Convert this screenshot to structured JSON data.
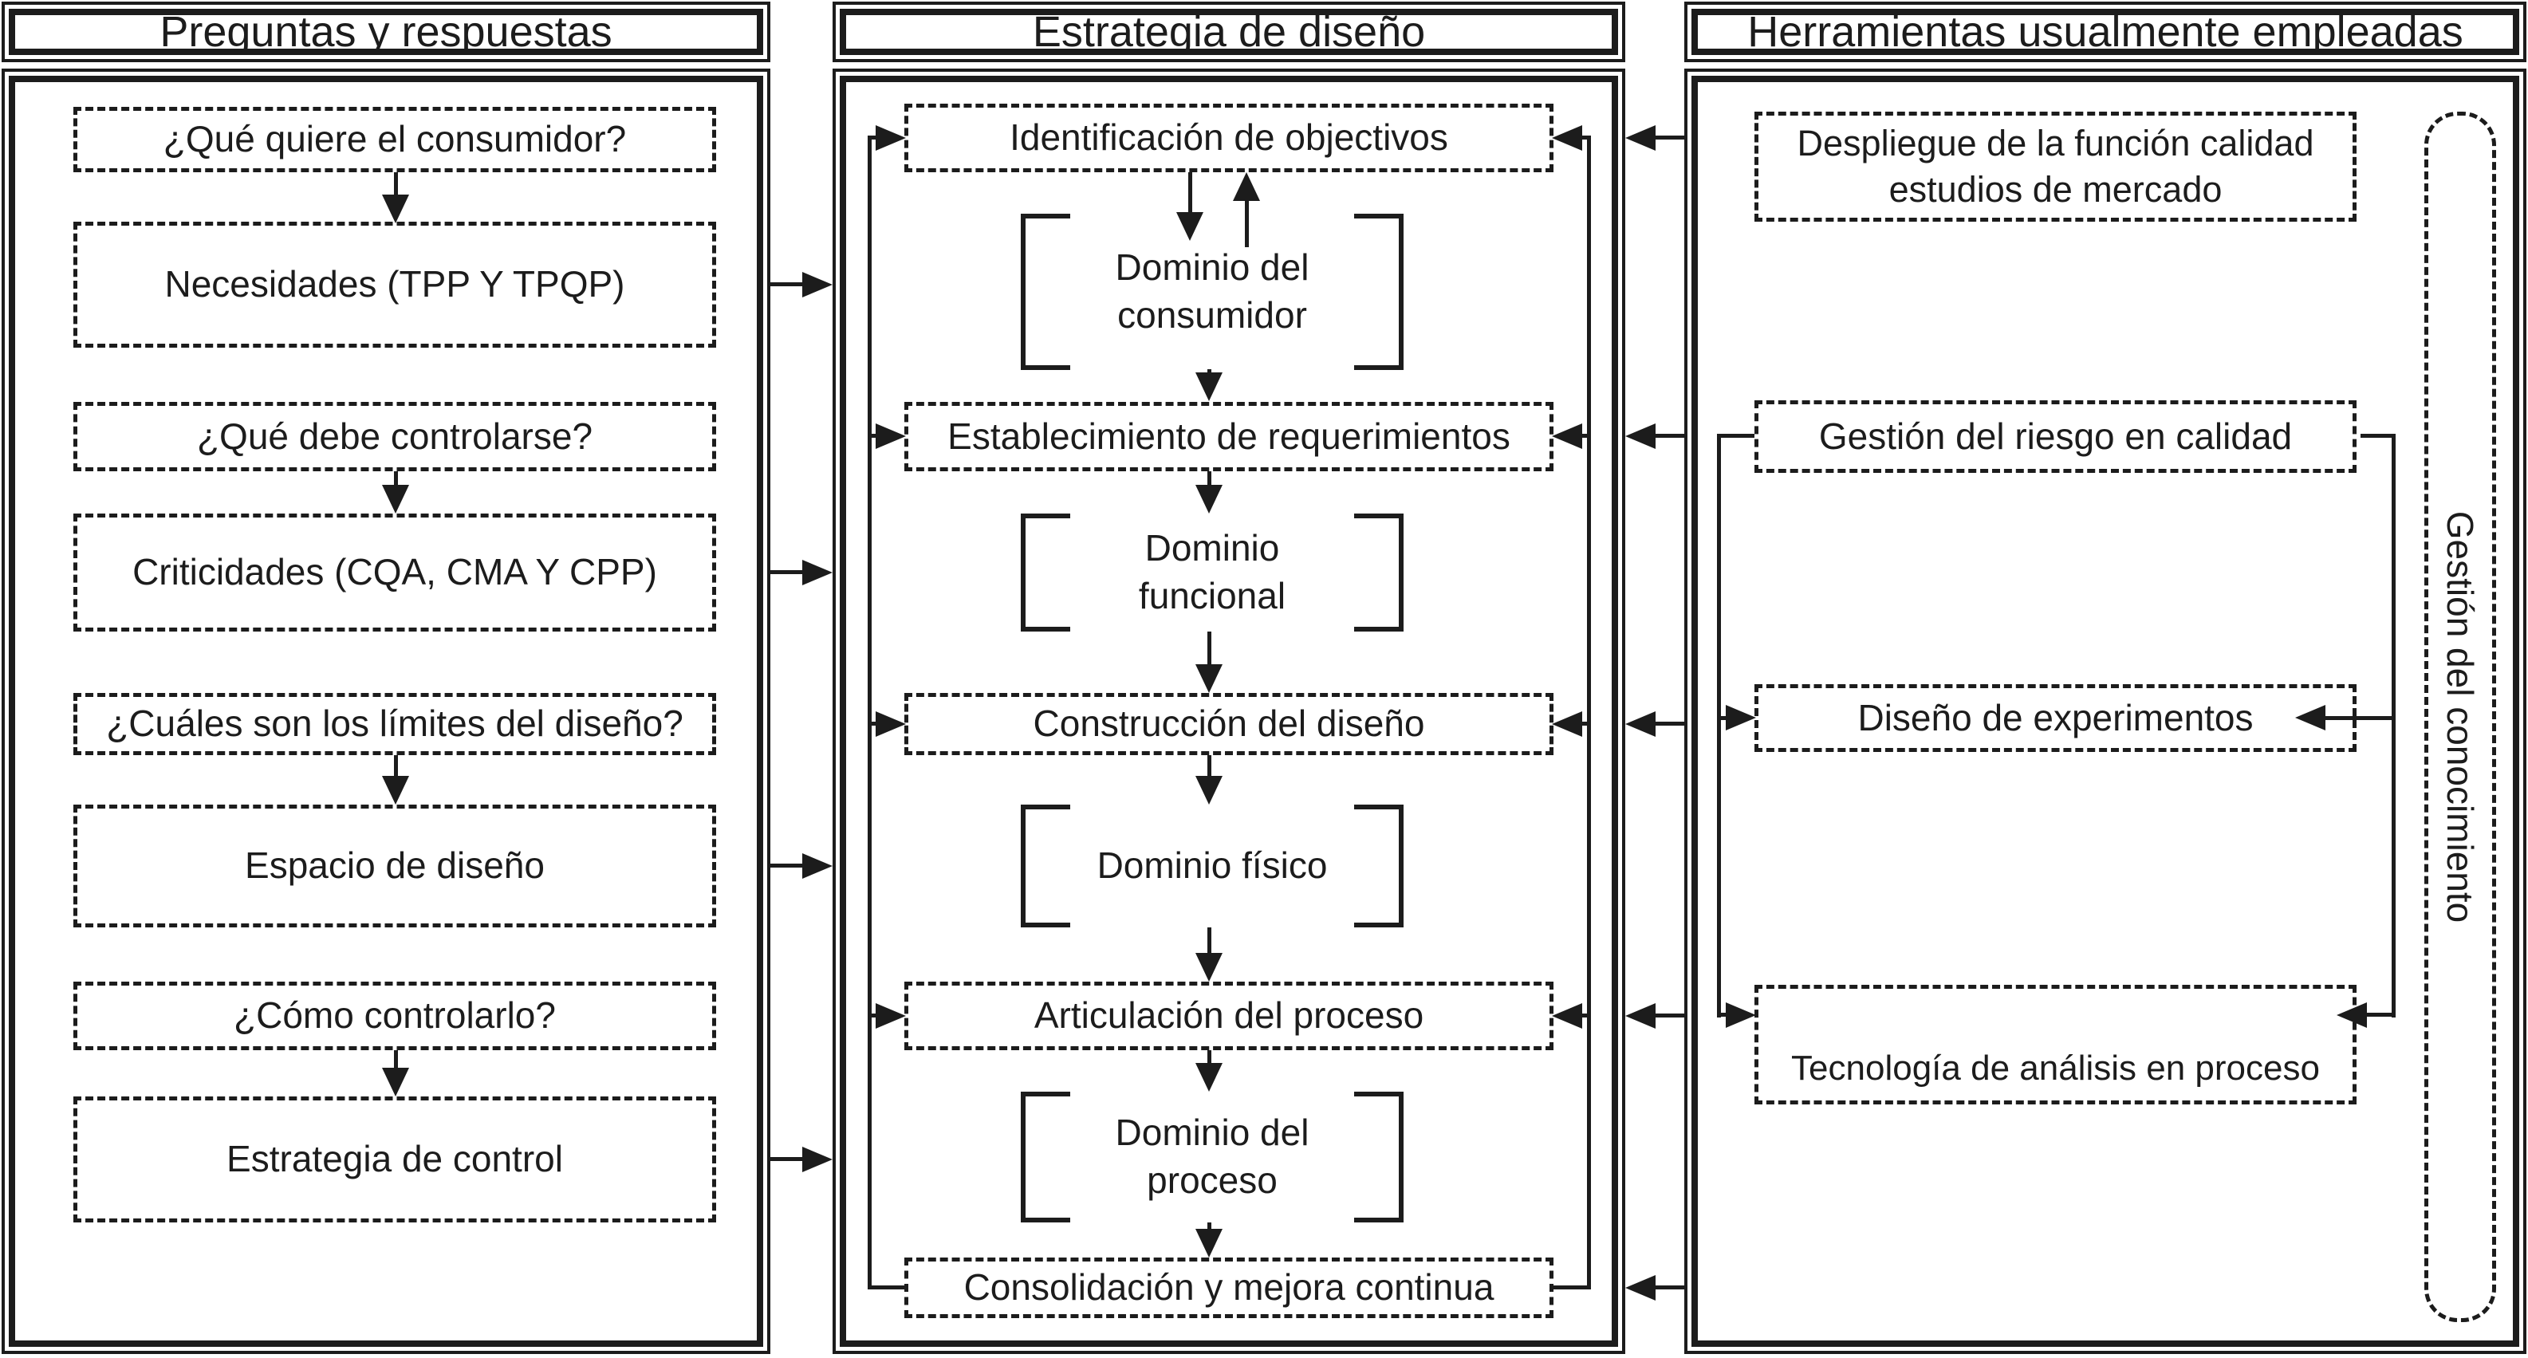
{
  "colors": {
    "ink": "#1c1c1c",
    "paper": "#ffffff"
  },
  "panels": {
    "left": {
      "title": "Preguntas y respuestas",
      "boxes": [
        "¿Qué quiere el consumidor?",
        "Necesidades (TPP Y TPQP)",
        "¿Qué debe controlarse?",
        "Criticidades (CQA, CMA Y CPP)",
        "¿Cuáles son los límites del diseño?",
        "Espacio de diseño",
        "¿Cómo controlarlo?",
        "Estrategia de control"
      ]
    },
    "middle": {
      "title": "Estrategia de diseño",
      "stages": [
        "Identificación de objectivos",
        "Establecimiento de requerimientos",
        "Construcción del diseño",
        "Articulación del proceso",
        "Consolidación y mejora continua"
      ],
      "domains": [
        {
          "line1": "Dominio del",
          "line2": "consumidor"
        },
        {
          "line1": "Dominio",
          "line2": "funcional"
        },
        {
          "line1": "Dominio físico"
        },
        {
          "line1": "Dominio del",
          "line2": "proceso"
        }
      ]
    },
    "right": {
      "title": "Herramientas usualmente empleadas",
      "tools": [
        {
          "line1": "Despliegue de la función calidad",
          "line2": "estudios de mercado"
        },
        {
          "line1": "Gestión del riesgo en calidad"
        },
        {
          "line1": "Diseño de experimentos"
        },
        {
          "line1": "Tecnología de análisis en proceso"
        }
      ],
      "knowledge_band": "Gestión del conocimiento"
    }
  }
}
